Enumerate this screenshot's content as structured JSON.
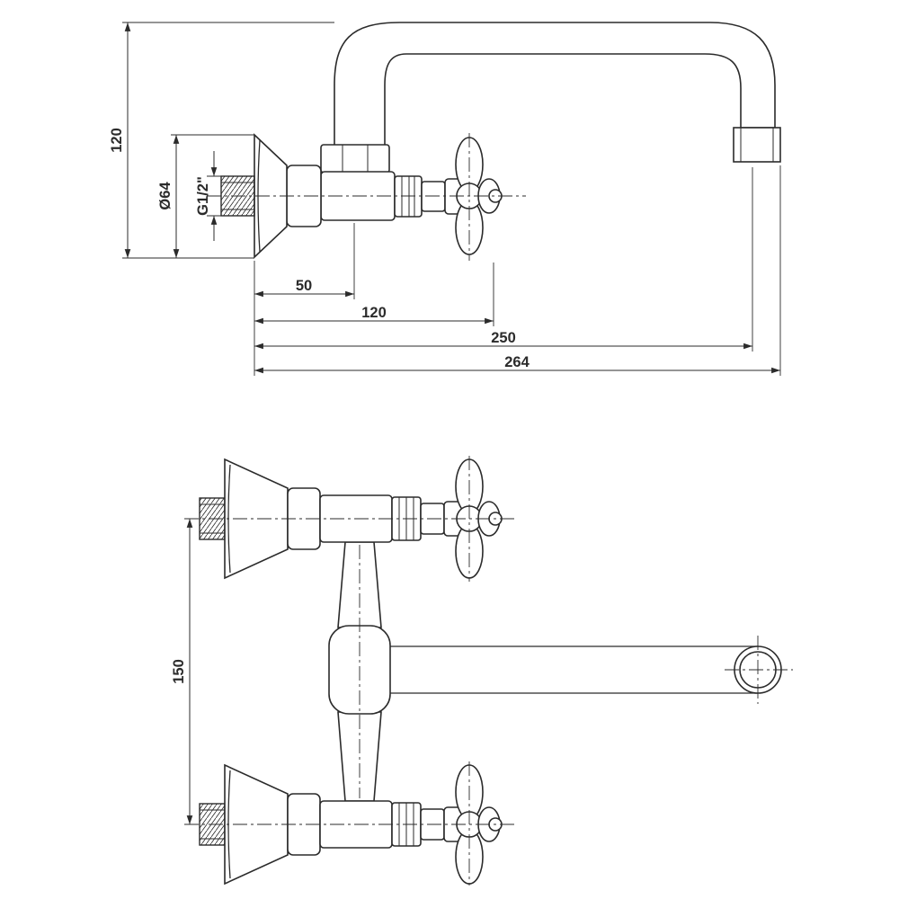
{
  "page": {
    "background": "#ffffff",
    "line_color": "#2b2b2b"
  },
  "views": {
    "side": {
      "dimensions": {
        "spout_height": "120",
        "flange_diameter": "Ø64",
        "thread_size": "G1/2\"",
        "wall_to_valve": "50",
        "wall_to_handle": "120",
        "wall_to_spout_outlet": "250",
        "total_depth": "264"
      }
    },
    "front": {
      "dimensions": {
        "connection_centers": "150"
      }
    }
  }
}
